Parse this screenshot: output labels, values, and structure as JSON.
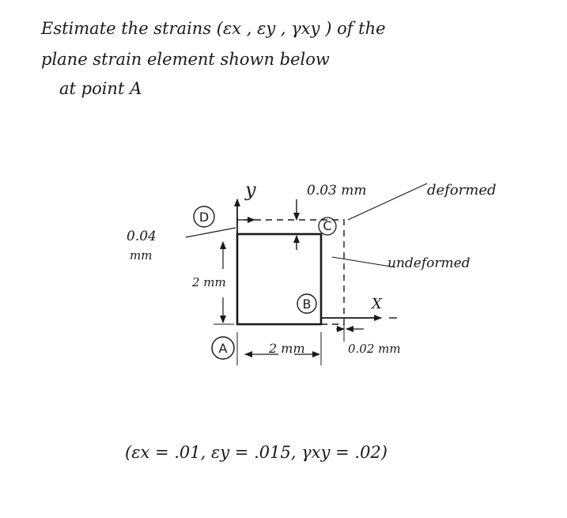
{
  "problem": {
    "line1": "Estimate the strains (εx , εy , γxy ) of the",
    "line2": "plane strain element shown below",
    "line3": "at point A"
  },
  "labels": {
    "axis_y": "y",
    "axis_x": "X",
    "disp_top": "0.03 mm",
    "disp_left_value": "0.04",
    "disp_left_unit": "mm",
    "disp_right": "0.02 mm",
    "height": "2 mm",
    "width": "2 mm",
    "deformed": "deformed",
    "undeformed": "undeformed"
  },
  "points": {
    "a": "A",
    "b": "B",
    "c": "C",
    "d": "D"
  },
  "answer": {
    "text": "(εx = .01,  εy = .015,  γxy = .02)"
  },
  "colors": {
    "ink": "#1a1a1a",
    "paper": "#ffffff"
  }
}
